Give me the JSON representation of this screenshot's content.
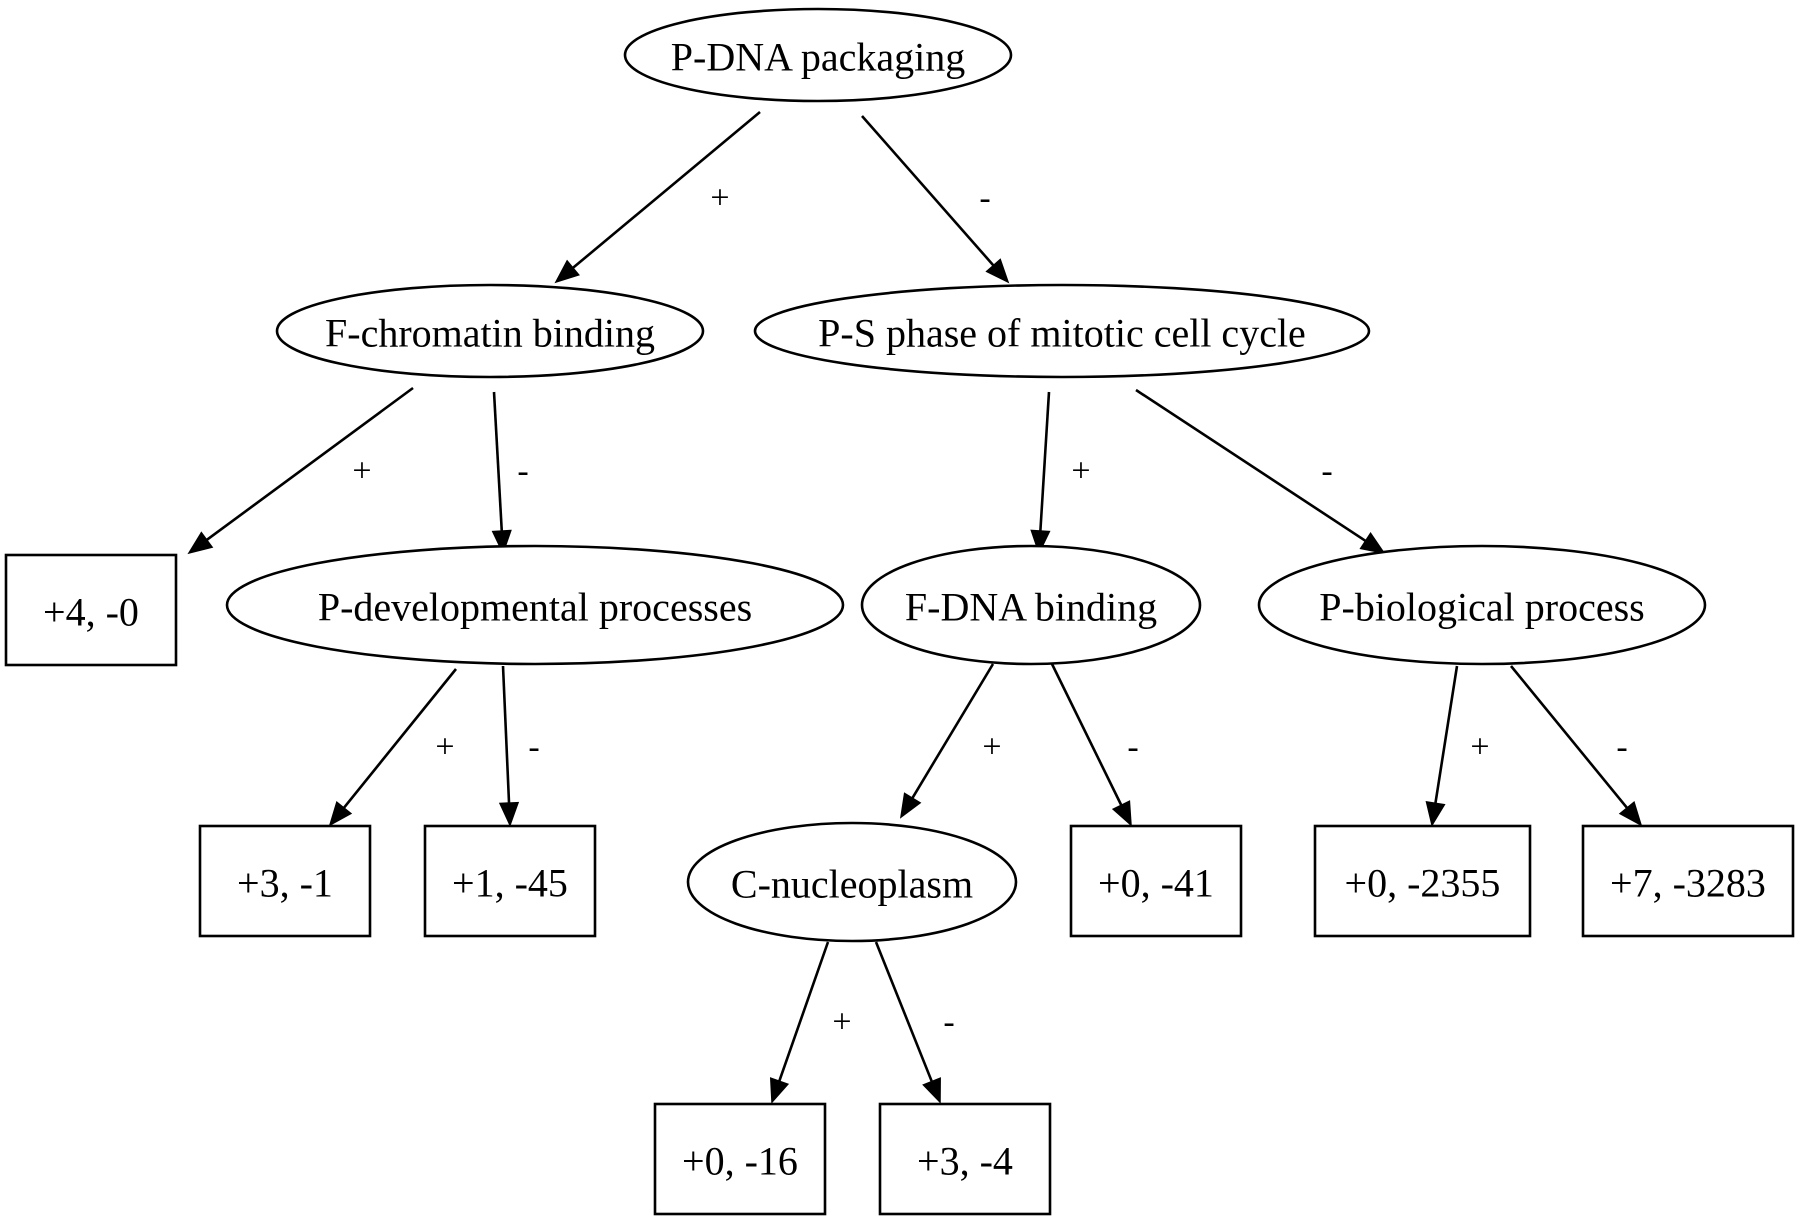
{
  "nodes": {
    "n_root": {
      "label": "P-DNA packaging",
      "shape": "ellipse"
    },
    "n_fchrom": {
      "label": "F-chromatin binding",
      "shape": "ellipse"
    },
    "n_sphase": {
      "label": "P-S phase of mitotic cell cycle",
      "shape": "ellipse"
    },
    "n_leaf_40": {
      "label": "+4, -0",
      "shape": "box"
    },
    "n_pdev": {
      "label": "P-developmental processes",
      "shape": "ellipse"
    },
    "n_fdna": {
      "label": "F-DNA binding",
      "shape": "ellipse"
    },
    "n_pbio": {
      "label": "P-biological process",
      "shape": "ellipse"
    },
    "n_leaf_31": {
      "label": "+3, -1",
      "shape": "box"
    },
    "n_leaf_145": {
      "label": "+1, -45",
      "shape": "box"
    },
    "n_cnuc": {
      "label": "C-nucleoplasm",
      "shape": "ellipse"
    },
    "n_leaf_041": {
      "label": "+0, -41",
      "shape": "box"
    },
    "n_leaf_02355": {
      "label": "+0, -2355",
      "shape": "box"
    },
    "n_leaf_73283": {
      "label": "+7, -3283",
      "shape": "box"
    },
    "n_leaf_016": {
      "label": "+0, -16",
      "shape": "box"
    },
    "n_leaf_34": {
      "label": "+3, -4",
      "shape": "box"
    }
  },
  "edges": [
    {
      "from": "n_root",
      "to": "n_fchrom",
      "label": "+"
    },
    {
      "from": "n_root",
      "to": "n_sphase",
      "label": "-"
    },
    {
      "from": "n_fchrom",
      "to": "n_leaf_40",
      "label": "+"
    },
    {
      "from": "n_fchrom",
      "to": "n_pdev",
      "label": "-"
    },
    {
      "from": "n_sphase",
      "to": "n_fdna",
      "label": "+"
    },
    {
      "from": "n_sphase",
      "to": "n_pbio",
      "label": "-"
    },
    {
      "from": "n_pdev",
      "to": "n_leaf_31",
      "label": "+"
    },
    {
      "from": "n_pdev",
      "to": "n_leaf_145",
      "label": "-"
    },
    {
      "from": "n_fdna",
      "to": "n_cnuc",
      "label": "+"
    },
    {
      "from": "n_fdna",
      "to": "n_leaf_041",
      "label": "-"
    },
    {
      "from": "n_pbio",
      "to": "n_leaf_02355",
      "label": "+"
    },
    {
      "from": "n_pbio",
      "to": "n_leaf_73283",
      "label": "-"
    },
    {
      "from": "n_cnuc",
      "to": "n_leaf_016",
      "label": "+"
    },
    {
      "from": "n_cnuc",
      "to": "n_leaf_34",
      "label": "-"
    }
  ]
}
